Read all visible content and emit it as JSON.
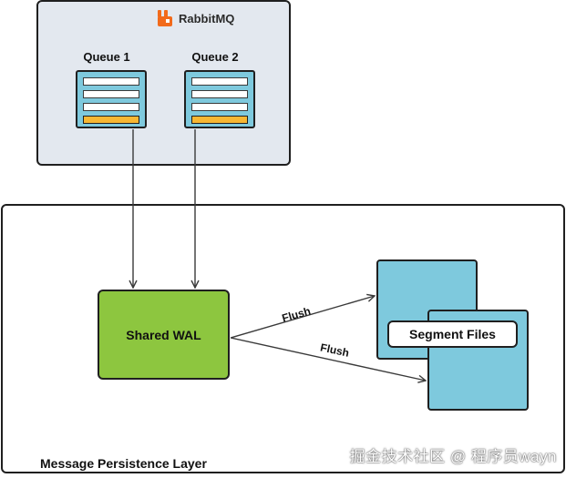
{
  "rabbitmq": {
    "title": "RabbitMQ",
    "queues": [
      {
        "label": "Queue 1"
      },
      {
        "label": "Queue 2"
      }
    ]
  },
  "layer": {
    "label": "Message Persistence Layer"
  },
  "wal": {
    "label": "Shared WAL"
  },
  "segments": {
    "label": "Segment Files"
  },
  "flows": {
    "flush_top": "Flush",
    "flush_bottom": "Flush"
  },
  "watermark": "掘金技术社区 @ 程序员wayn",
  "colors": {
    "container_bg": "#e3e8ef",
    "queue_fill": "#7ec9dd",
    "queue_active_slot": "#f7b733",
    "wal_fill": "#8dc63f",
    "segment_fill": "#7ec9dd",
    "logo": "#f26a1b"
  },
  "icons": {
    "logo": "rabbitmq-logo-icon"
  }
}
